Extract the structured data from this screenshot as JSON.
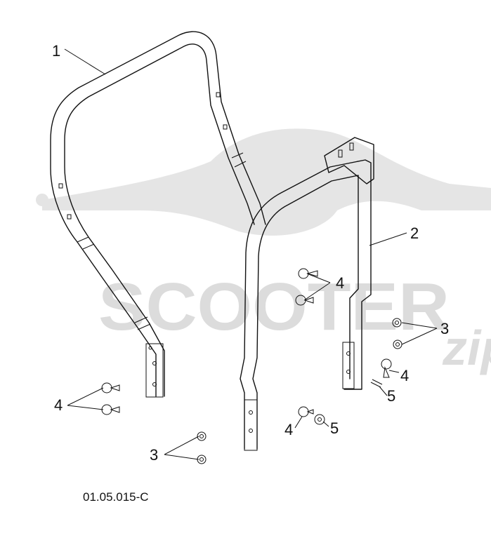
{
  "diagram": {
    "drawing_code": "01.05.015-C",
    "watermark": {
      "brand_text": "SCOOTER",
      "script_text": "zip"
    },
    "callouts": [
      {
        "id": "c1",
        "label": "1"
      },
      {
        "id": "c2",
        "label": "2"
      },
      {
        "id": "c3a",
        "label": "3"
      },
      {
        "id": "c3b",
        "label": "3"
      },
      {
        "id": "c4a",
        "label": "4"
      },
      {
        "id": "c4b",
        "label": "4"
      },
      {
        "id": "c4c",
        "label": "4"
      },
      {
        "id": "c4d",
        "label": "4"
      },
      {
        "id": "c5a",
        "label": "5"
      },
      {
        "id": "c5b",
        "label": "5"
      }
    ]
  }
}
